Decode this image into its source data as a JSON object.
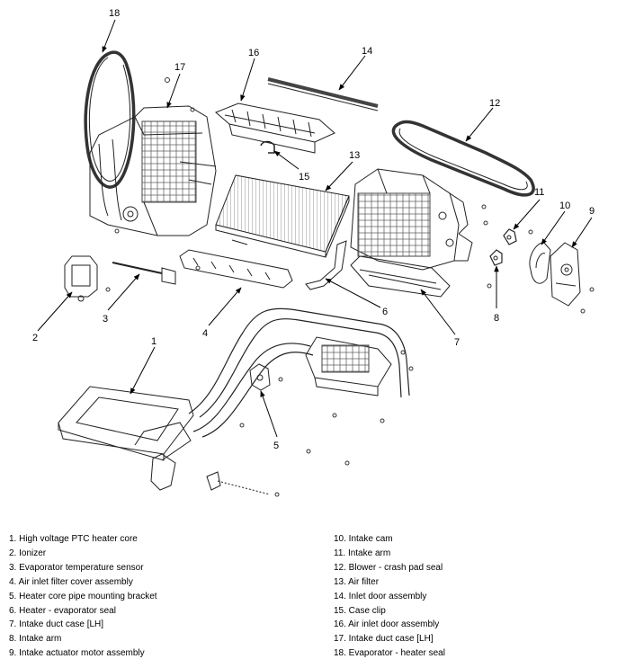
{
  "callouts": [
    "1",
    "2",
    "3",
    "4",
    "5",
    "6",
    "7",
    "8",
    "9",
    "10",
    "11",
    "12",
    "13",
    "14",
    "15",
    "16",
    "17",
    "18"
  ],
  "legend": {
    "left": [
      "1. High voltage PTC heater core",
      "2. Ionizer",
      "3. Evaporator temperature sensor",
      "4. Air inlet filter cover assembly",
      "5. Heater core pipe mounting bracket",
      "6. Heater - evaporator seal",
      "7. Intake duct case [LH]",
      "8. Intake arm",
      "9. Intake actuator motor assembly"
    ],
    "right": [
      "10. Intake cam",
      "11. Intake arm",
      "12. Blower - crash pad seal",
      "13. Air filter",
      "14. Inlet door assembly",
      "15. Case clip",
      "16. Air inlet door assembly",
      "17. Intake duct case [LH]",
      "18. Evaporator - heater seal"
    ]
  }
}
